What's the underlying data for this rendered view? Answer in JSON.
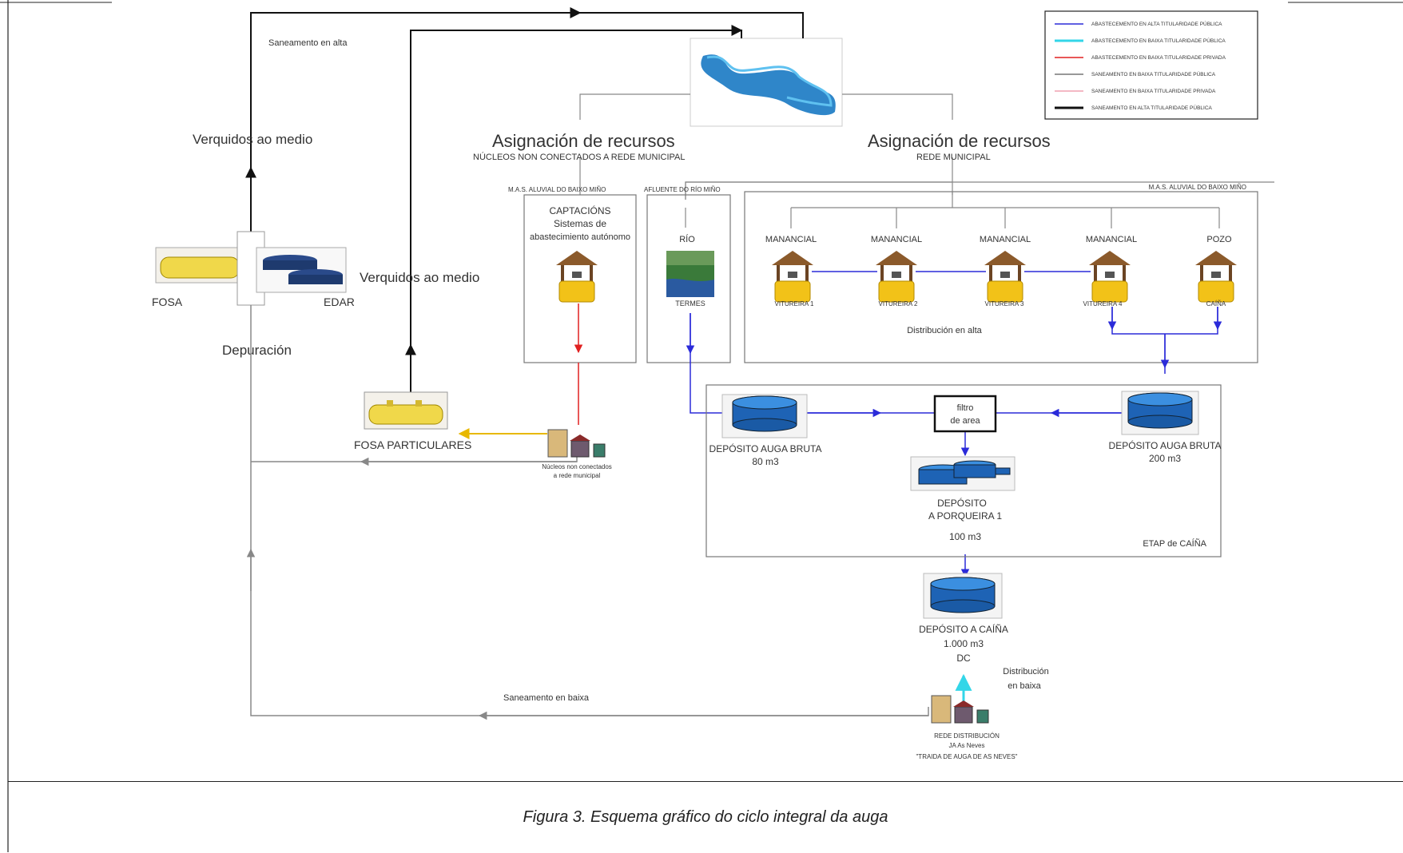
{
  "legend": [
    {
      "label": "ABASTECEMENTO EN ALTA TITULARIDADE PÚBLICA",
      "color": "#2b2bd9",
      "width": 1.5
    },
    {
      "label": "ABASTECEMENTO EN BAIXA TITULARIDADE PÚBLICA",
      "color": "#33d6e8",
      "width": 3
    },
    {
      "label": "ABASTECEMENTO EN BAIXA TITULARIDADE PRIVADA",
      "color": "#e02020",
      "width": 1.5
    },
    {
      "label": "SANEAMENTO EN BAIXA TITULARIDADE PÚBLICA",
      "color": "#777777",
      "width": 1.5
    },
    {
      "label": "SANEAMENTO EN BAIXA TITULARIDADE PRIVADA",
      "color": "#f0a0b0",
      "width": 1.5
    },
    {
      "label": "SANEAMENTO EN ALTA TITULARIDADE PÚBLICA",
      "color": "#111111",
      "width": 3
    }
  ],
  "labels": {
    "saneamento_alta": "Saneamento en alta",
    "verquidos_1": "Verquidos ao medio",
    "verquidos_2": "Verquidos ao medio",
    "fosa": "FOSA",
    "edar": "EDAR",
    "depuracion": "Depuración",
    "fosa_particulares": "FOSA PARTICULARES",
    "nucleos_1": "Núcleos non conectados",
    "nucleos_2": "a rede municipal",
    "saneamento_baixa": "Saneamento en baixa",
    "asig_left_title": "Asignación de recursos",
    "asig_left_sub": "NÚCLEOS NON CONECTADOS A REDE MUNICIPAL",
    "asig_right_title": "Asignación de recursos",
    "asig_right_sub": "REDE MUNICIPAL",
    "mas_left": "M.A.S. ALUVIAL DO BAIXO MIÑO",
    "afluente": "AFLUENTE DO RÍO MIÑO",
    "mas_right": "M.A.S. ALUVIAL DO BAIXO MIÑO",
    "captacions_1": "CAPTACIÓNS",
    "captacions_2": "Sistemas de",
    "captacions_3": "abastecimiento autónomo",
    "rio": "RÍO",
    "termes": "TERMES",
    "manancial_1": "MANANCIAL",
    "manancial_2": "MANANCIAL",
    "manancial_3": "MANANCIAL",
    "manancial_4": "MANANCIAL",
    "pozo": "POZO",
    "vitureira_1": "VITUREIRA 1",
    "vitureira_2": "VITUREIRA 2",
    "vitureira_3": "VITUREIRA 3",
    "vitureira_4": "VITUREIRA 4",
    "caina": "CAÍÑA",
    "distribucion_alta": "Distribución en alta",
    "filtro_1": "filtro",
    "filtro_2": "de area",
    "dep_bruta_left_1": "DEPÓSITO AUGA BRUTA",
    "dep_bruta_left_2": "80 m3",
    "dep_bruta_right_1": "DEPÓSITO AUGA BRUTA",
    "dep_bruta_right_2": "200 m3",
    "dep_porqueira_1": "DEPÓSITO",
    "dep_porqueira_2": "A PORQUEIRA 1",
    "dep_porqueira_3": "100 m3",
    "etap": "ETAP de CAÍÑA",
    "dep_caina_1": "DEPÓSITO A CAÍÑA",
    "dep_caina_2": "1.000 m3",
    "dep_caina_3": "DC",
    "dist_baixa_1": "Distribución",
    "dist_baixa_2": "en baixa",
    "rede_1": "REDE DISTRIBUCIÓN",
    "rede_2": "JA As Neves",
    "rede_3": "\"TRAIDA DE AUGA DE AS NEVES\""
  },
  "caption": "Figura 3. Esquema gráfico do ciclo integral da auga"
}
